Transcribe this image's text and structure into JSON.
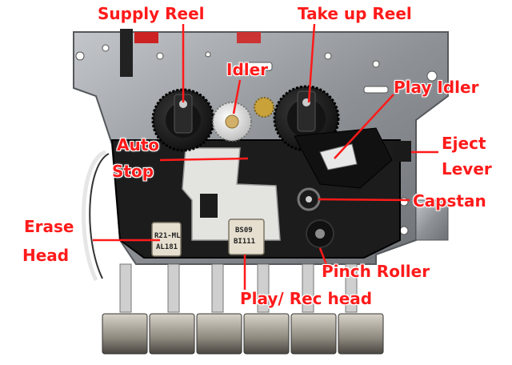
{
  "labels": {
    "supply_reel": "Supply Reel",
    "take_up_reel": "Take up Reel",
    "idler": "Idler",
    "play_idler": "Play Idler",
    "auto_stop_line1": "Auto",
    "auto_stop_line2": "Stop",
    "eject_lever_line1": "Eject",
    "eject_lever_line2": "Lever",
    "capstan": "Capstan",
    "erase_head_line1": "Erase",
    "erase_head_line2": "Head",
    "pinch_roller": "Pinch Roller",
    "play_rec_head": "Play/ Rec head"
  },
  "markings": {
    "erase_head_top": "R21-ML",
    "erase_head_bottom": "AL181",
    "play_head_top": "BS09",
    "play_head_bottom": "BI111"
  },
  "colors": {
    "label": "#ff1a1a",
    "leader": "#ff1a1a",
    "chassis": "#9a9ea3",
    "gear": "#1a1a1a",
    "brass": "#c9a33a"
  }
}
